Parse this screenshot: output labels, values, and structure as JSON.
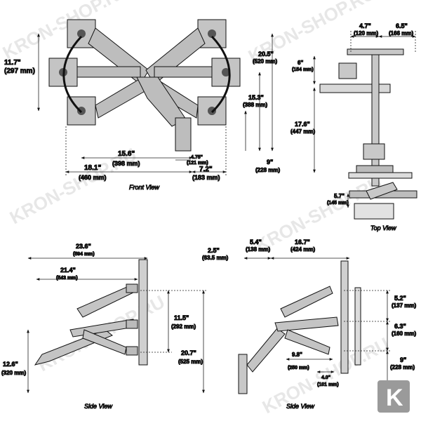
{
  "watermark": "KRON-SHOP.RU",
  "logo_letter": "K",
  "front_view": {
    "caption": "Front View",
    "dims": {
      "h_travel": [
        "11.7\"",
        "(297 mm)"
      ],
      "w_reach": [
        "15.6\"",
        "(398 mm)"
      ],
      "w_total": [
        "18.1\"",
        "(460 mm)"
      ],
      "w_base": [
        "4.75\"",
        "(121 mm)"
      ],
      "w_right": [
        "7.2\"",
        "(183 mm)"
      ],
      "h_top": [
        "20.5\"",
        "(520 mm)"
      ],
      "h_mid": [
        "15.3\"",
        "(388 mm)"
      ],
      "h_low": [
        "9\"",
        "(228 mm)"
      ]
    }
  },
  "side_view_top": {
    "dims": {
      "top_left": [
        "4.7\"",
        "(120 mm)"
      ],
      "top_right": [
        "6.5\"",
        "(166 mm)"
      ],
      "h_small": [
        "6\"",
        "(154 mm)"
      ],
      "h_large": [
        "17.6\"",
        "(447 mm)"
      ]
    }
  },
  "top_view": {
    "caption": "Top View",
    "dims": {
      "small": [
        "5.7\"",
        "(145 mm)"
      ]
    }
  },
  "side_view_left": {
    "caption": "Side View",
    "dims": {
      "w_total": [
        "23.6\"",
        "(594 mm)"
      ],
      "w_reach": [
        "21.4\"",
        "(543 mm)"
      ],
      "h_travel": [
        "11.5\"",
        "(292 mm)"
      ],
      "h_base": [
        "12.6\"",
        "(320 mm)"
      ],
      "h_total": [
        "20.7\"",
        "(525 mm)"
      ]
    }
  },
  "side_view_right": {
    "caption": "Side View",
    "dims": {
      "w_left": [
        "2.5\"",
        "(63.5 mm)"
      ],
      "w_mid": [
        "5.4\"",
        "(138 mm)"
      ],
      "w_total": [
        "16.7\"",
        "(424 mm)"
      ],
      "h_top": [
        "5.2\"",
        "(137 mm)"
      ],
      "h_mid": [
        "6.3\"",
        "(160 mm)"
      ],
      "h_low": [
        "9\"",
        "(228 mm)"
      ],
      "w_arm": [
        "9.8\"",
        "(250 mm)"
      ],
      "w_small": [
        "4.0\"",
        "(101 mm)"
      ]
    }
  },
  "colors": {
    "metal": "#b8b8b8",
    "metal_dark": "#8a8a8a",
    "line": "#111111",
    "dim_line": "#222222"
  }
}
